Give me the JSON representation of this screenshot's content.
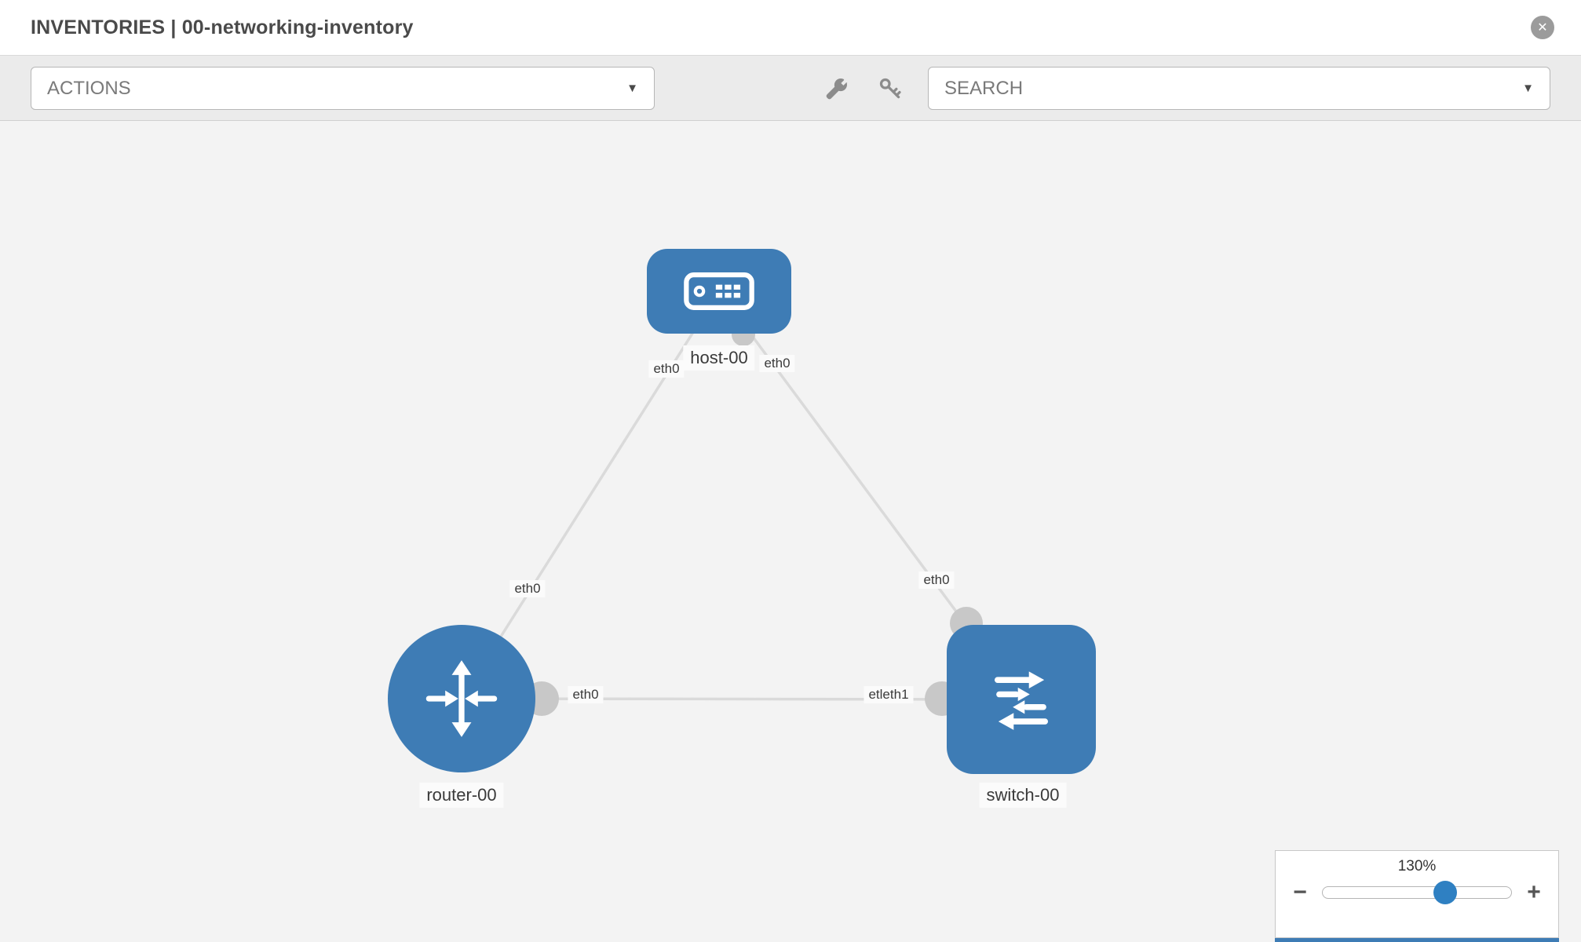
{
  "header": {
    "title": "INVENTORIES | 00-networking-inventory"
  },
  "toolbar": {
    "actions_label": "ACTIONS",
    "search_label": "SEARCH"
  },
  "icons": {
    "close": "✕",
    "chevron": "▼",
    "minus": "−",
    "plus": "+"
  },
  "topology": {
    "nodes": [
      {
        "id": "host-00",
        "type": "host",
        "label": "host-00"
      },
      {
        "id": "router-00",
        "type": "router",
        "label": "router-00"
      },
      {
        "id": "switch-00",
        "type": "switch",
        "label": "switch-00"
      }
    ],
    "links": [
      {
        "from": "host-00",
        "to": "router-00"
      },
      {
        "from": "host-00",
        "to": "switch-00"
      },
      {
        "from": "router-00",
        "to": "switch-00"
      }
    ],
    "iface_labels": [
      {
        "text": "eth0",
        "at": "host side of host-router link"
      },
      {
        "text": "eth0",
        "at": "host side of host-switch link"
      },
      {
        "text": "eth0",
        "at": "router side of host-router link"
      },
      {
        "text": "eth0",
        "at": "switch side of host-switch link"
      },
      {
        "text": "eth0",
        "at": "router side of router-switch link"
      },
      {
        "text": "etleth1",
        "at": "switch side of router-switch link"
      }
    ]
  },
  "zoom": {
    "level": "130%"
  },
  "colors": {
    "node_blue": "#3e7cb5",
    "canvas_bg": "#f3f3f3",
    "link": "#dadada",
    "port": "#c8c8c8"
  }
}
